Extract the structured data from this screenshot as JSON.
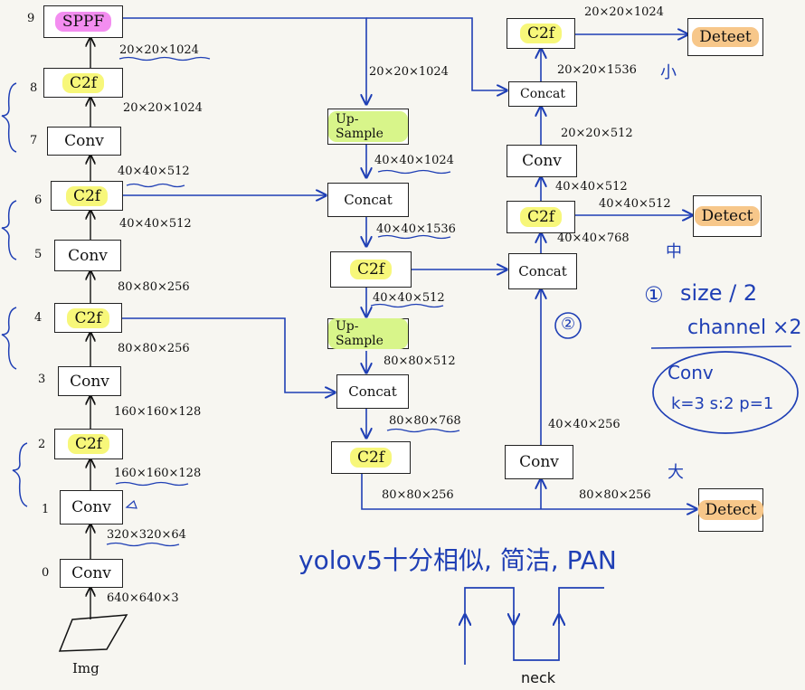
{
  "backbone": {
    "indices": [
      "9",
      "8",
      "7",
      "6",
      "5",
      "4",
      "3",
      "2",
      "1",
      "0"
    ],
    "nodes": [
      "SPPF",
      "C2f",
      "Conv",
      "C2f",
      "Conv",
      "C2f",
      "Conv",
      "C2f",
      "Conv",
      "Conv"
    ],
    "shapes": [
      "20×20×1024",
      "20×20×1024",
      "40×40×512",
      "40×40×512",
      "80×80×256",
      "80×80×256",
      "160×160×128",
      "160×160×128",
      "320×320×64",
      "640×640×3"
    ],
    "input": "Img"
  },
  "neck": {
    "upsample1": "Up-Sample",
    "shape_up1_in": "20×20×1024",
    "shape_up1_out": "40×40×1024",
    "concat1": "Concat",
    "shape_concat1_out": "40×40×1536",
    "c2f1": "C2f",
    "shape_c2f1_out": "40×40×512",
    "upsample2": "Up-Sample",
    "shape_up2_out": "80×80×512",
    "concat2": "Concat",
    "shape_concat2_out": "80×80×768",
    "c2f2": "C2f",
    "shape_c2f2_out": "80×80×256",
    "conv_right": "Conv",
    "shape_conv_right_out": "40×40×256",
    "concat3": "Concat",
    "shape_concat3_out": "40×40×768",
    "c2f3": "C2f",
    "shape_c2f3_out": "40×40×512",
    "conv_top": "Conv",
    "shape_conv_top_out": "20×20×512",
    "concat4": "Concat",
    "shape_concat4_out": "20×20×1536",
    "c2f4": "C2f",
    "shape_c2f4_out": "20×20×1024",
    "shape_det_mid": "40×40×512",
    "shape_det_large": "80×80×256"
  },
  "heads": {
    "top": "Deteet",
    "middle": "Detect",
    "bottom": "Detect"
  },
  "annotations": {
    "small": "小",
    "medium": "中",
    "large": "大",
    "circle1": "①",
    "size_rule": "size / 2",
    "channel_rule": "channel ×2",
    "conv_box_title": "Conv",
    "conv_box_params": "k=3 s:2 p=1",
    "circle2": "②",
    "summary": "yolov5十分相似, 简洁, PAN",
    "neck_label": "neck"
  }
}
